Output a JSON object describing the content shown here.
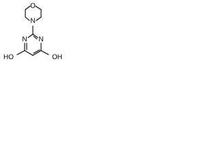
{
  "molecule": {
    "atom_labels": {
      "morpholine_o": "O",
      "morpholine_n": "N",
      "ring_n_left": "N",
      "ring_n_right": "N",
      "hydroxyl_left": "HO",
      "hydroxyl_right": "OH"
    }
  }
}
